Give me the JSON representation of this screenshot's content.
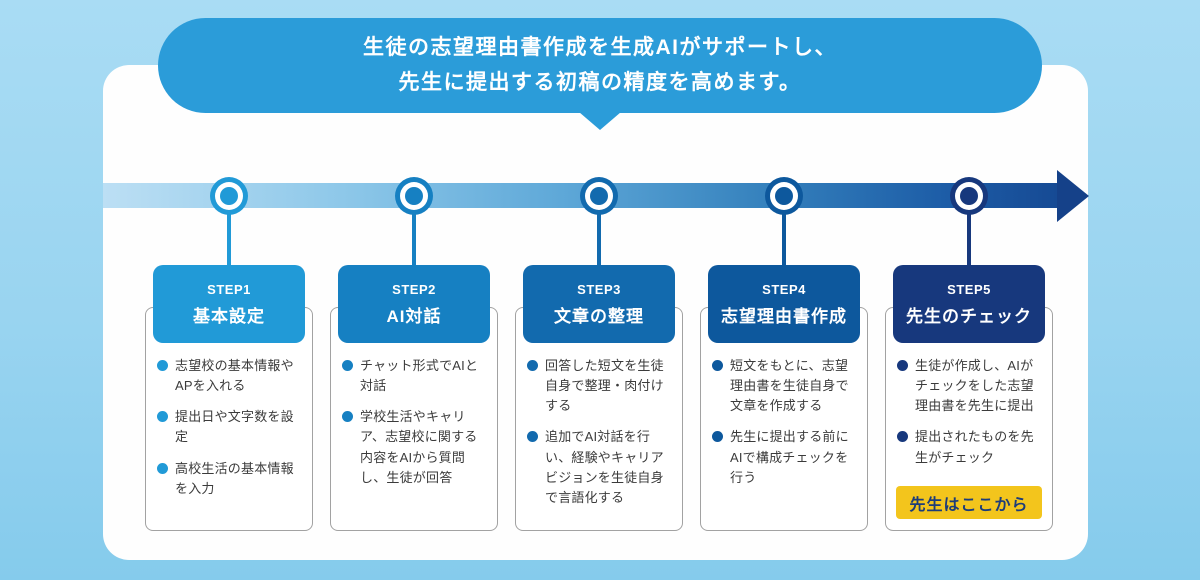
{
  "banner": {
    "line1": "生徒の志望理由書作成を生成AIがサポートし、",
    "line2": "先生に提出する初稿の精度を高めます。",
    "color": "#2b9cd9",
    "text_color": "#ffffff"
  },
  "timeline": {
    "node_count": 5,
    "gradient_start": "#bcdff4",
    "gradient_end": "#164a94",
    "arrow_color": "#154189"
  },
  "steps": [
    {
      "step_label": "STEP1",
      "title": "基本設定",
      "color": "#219ad7",
      "bullets": [
        "志望校の基本情報やAPを入れる",
        "提出日や文字数を設定",
        "高校生活の基本情報を入力"
      ]
    },
    {
      "step_label": "STEP2",
      "title": "AI対話",
      "color": "#1680c2",
      "bullets": [
        "チャット形式でAIと対話",
        "学校生活やキャリア、志望校に関する内容をAIから質問し、生徒が回答"
      ]
    },
    {
      "step_label": "STEP3",
      "title": "文章の整理",
      "color": "#126aae",
      "bullets": [
        "回答した短文を生徒自身で整理・肉付けする",
        "追加でAI対話を行い、経験やキャリアビジョンを生徒自身で言語化する"
      ]
    },
    {
      "step_label": "STEP4",
      "title": "志望理由書作成",
      "color": "#0d589d",
      "bullets": [
        "短文をもとに、志望理由書を生徒自身で文章を作成する",
        "先生に提出する前にAIで構成チェックを行う"
      ]
    },
    {
      "step_label": "STEP5",
      "title": "先生のチェック",
      "color": "#17387d",
      "bullets": [
        "生徒が作成し、AIがチェックをした志望理由書を先生に提出",
        "提出されたものを先生がチェック"
      ],
      "button": {
        "label": "先生はここから",
        "bg": "#f3c51c",
        "text_color": "#1c3c7a"
      }
    }
  ]
}
